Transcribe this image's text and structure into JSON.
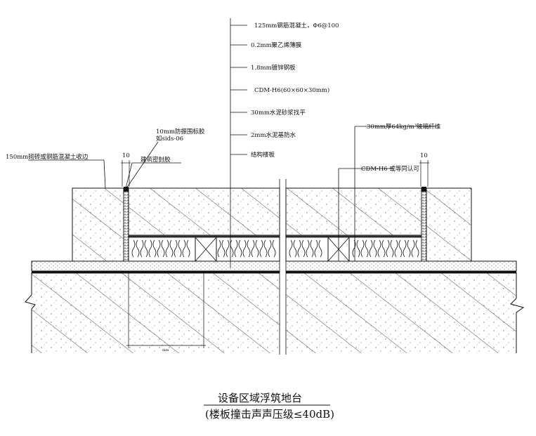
{
  "annotations": {
    "a1": "125mm钢筋混凝土，Φ6@100",
    "a2": "0.2mm聚乙烯薄膜",
    "a3": "1.8mm镀锌钢板",
    "a4": "CDM-H6(60×60×30mm)",
    "a5": "30mm水泥砂浆找平",
    "a6": "2mm水泥基防水",
    "a7": "结构楼板",
    "left_edge": "150mm砌砖或钢筋混凝土收边",
    "damping_line1": "10mm防振围标胶",
    "damping_line2": "如sids-06",
    "sealant": "建筑密封胶",
    "glass_fiber": "30mm厚64kg/m³玻璃纤维",
    "cdm_equiv": "CDM-H6 或等同认可",
    "dim_left": "10",
    "dim_right": "10",
    "dim_bottom": "mm"
  },
  "title": {
    "main": "设备区域浮筑地台",
    "sub": "(楼板撞击声声压级≤40dB)"
  }
}
